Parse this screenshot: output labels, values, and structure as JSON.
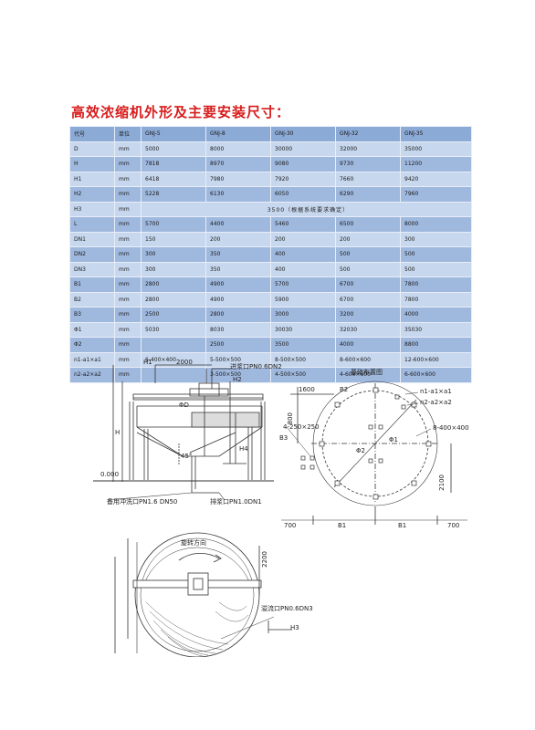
{
  "title": "高效浓缩机外形及主要安装尺寸：",
  "table": {
    "header": [
      "代号",
      "单位",
      "GNJ-5",
      "GNJ-8",
      "GNJ-30",
      "GNJ-32",
      "GNJ-35"
    ],
    "rows": [
      {
        "code": "D",
        "unit": "mm",
        "values": [
          "5000",
          "8000",
          "30000",
          "32000",
          "35000"
        ]
      },
      {
        "code": "H",
        "unit": "mm",
        "values": [
          "7818",
          "8970",
          "9080",
          "9730",
          "11200"
        ]
      },
      {
        "code": "H1",
        "unit": "mm",
        "values": [
          "6418",
          "7980",
          "7920",
          "7660",
          "9420"
        ]
      },
      {
        "code": "H2",
        "unit": "mm",
        "values": [
          "5228",
          "6130",
          "6050",
          "6290",
          "7960"
        ]
      },
      {
        "code": "H3",
        "unit": "mm",
        "span": "3500（根据系统要求确定）"
      },
      {
        "code": "L",
        "unit": "mm",
        "values": [
          "5700",
          "4400",
          "5460",
          "6500",
          "8000"
        ]
      },
      {
        "code": "DN1",
        "unit": "mm",
        "values": [
          "150",
          "200",
          "200",
          "200",
          "300"
        ]
      },
      {
        "code": "DN2",
        "unit": "mm",
        "values": [
          "300",
          "350",
          "400",
          "500",
          "500"
        ]
      },
      {
        "code": "DN3",
        "unit": "mm",
        "values": [
          "300",
          "350",
          "400",
          "500",
          "500"
        ]
      },
      {
        "code": "B1",
        "unit": "mm",
        "values": [
          "2800",
          "4900",
          "5700",
          "6700",
          "7800"
        ]
      },
      {
        "code": "B2",
        "unit": "mm",
        "values": [
          "2800",
          "4900",
          "5900",
          "6700",
          "7800"
        ]
      },
      {
        "code": "B3",
        "unit": "mm",
        "values": [
          "2500",
          "2800",
          "3000",
          "3200",
          "4000"
        ]
      },
      {
        "code": "Φ1",
        "unit": "mm",
        "values": [
          "5030",
          "8030",
          "30030",
          "32030",
          "35030"
        ]
      },
      {
        "code": "Φ2",
        "unit": "mm",
        "values": [
          "",
          "2500",
          "3500",
          "4000",
          "8800"
        ]
      },
      {
        "code": "n1-a1×a1",
        "unit": "mm",
        "values": [
          "6-400×400",
          "5-500×500",
          "8-500×500",
          "8-600×600",
          "12-600×600"
        ]
      },
      {
        "code": "n2-a2×a2",
        "unit": "mm",
        "values": [
          "",
          "3-500×500",
          "4-500×500",
          "4-600×600",
          "6-600×600"
        ]
      }
    ]
  },
  "drawing": {
    "side_view": {
      "h1": "H1",
      "dim_2000": "2000",
      "feed_inlet": "进浆口PN0.6DN2",
      "h2": "H2",
      "dia_d": "ΦD",
      "h": "H",
      "h4": "H4",
      "angle": "45°",
      "zero_level": "0.000",
      "flush_inlet": "备用冲洗口PN1.6 DN50",
      "discharge": "排浆口PN1.0DN1"
    },
    "foundation": {
      "title": "基础布置图",
      "dim_1600": "1600",
      "b2": "B2",
      "n1": "n1-a1×a1",
      "n2": "n2-a2×a2",
      "dim_800": "800",
      "hole_small": "4-250×250",
      "b3": "B3",
      "phi2": "Φ2",
      "phi1": "Φ1",
      "hole_large": "8-400×400",
      "dim_2100": "2100",
      "dim_700_left": "700",
      "b1_left": "B1",
      "b1_right": "B1",
      "dim_700_right": "700"
    },
    "plan_view": {
      "rotation": "旋转方向",
      "dim_2200": "2200",
      "overflow": "溢流口PN0.6DN3",
      "h3": "H3"
    }
  }
}
